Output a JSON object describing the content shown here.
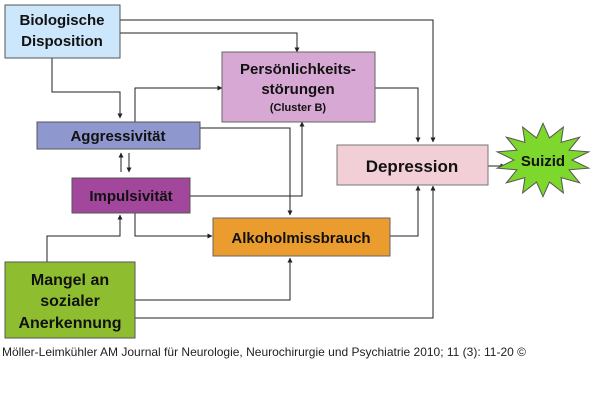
{
  "colors": {
    "biologische": "#cce6fb",
    "persoenlichkeit": "#d7a8d3",
    "aggressivitaet": "#8f97cf",
    "impulsivitaet": "#a3479d",
    "depression": "#f2cfd6",
    "alkohol": "#eb9c2e",
    "mangel": "#8ebe30",
    "suizid": "#7ed72d",
    "arrow": "#222222"
  },
  "nodes": {
    "biologische": {
      "line1": "Biologische",
      "line2": "Disposition"
    },
    "persoenlichkeit": {
      "line1": "Persönlichkeits-",
      "line2": "störungen",
      "line3": "(Cluster B)"
    },
    "aggressivitaet": {
      "label": "Aggressivität"
    },
    "impulsivitaet": {
      "label": "Impulsivität"
    },
    "depression": {
      "label": "Depression"
    },
    "alkohol": {
      "label": "Alkoholmissbrauch"
    },
    "mangel": {
      "line1": "Mangel an",
      "line2": "sozialer",
      "line3": "Anerkennung"
    },
    "suizid": {
      "label": "Suizid",
      "icon": "starburst-icon"
    }
  },
  "caption": "Möller-Leimkühler AM Journal für Neurologie, Neurochirurgie und Psychiatrie 2010; 11 (3): 11-20 ©"
}
